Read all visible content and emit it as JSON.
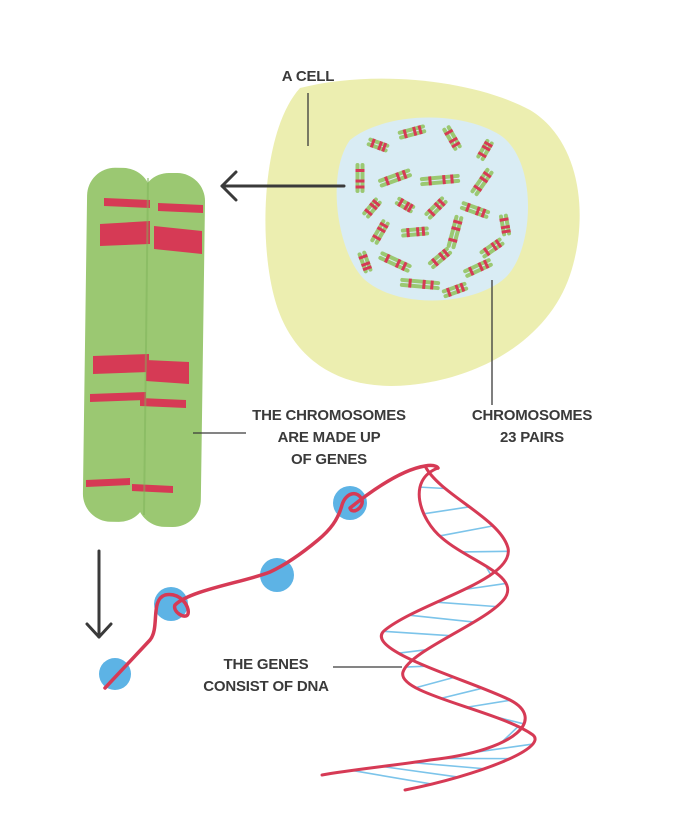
{
  "labels": {
    "cell": "A CELL",
    "chromosomes_made_of_genes": [
      "THE CHROMOSOMES",
      "ARE MADE UP",
      "OF GENES"
    ],
    "chromosome_pairs": [
      "CHROMOSOMES",
      "23 PAIRS"
    ],
    "genes_consist_of_dna": [
      "THE GENES",
      "CONSIST OF DNA"
    ]
  },
  "colors": {
    "cell": "#ECEEB0",
    "nucleus": "#D9ECF4",
    "chromosome": "#9BC872",
    "band": "#D63A55",
    "gene": "#5DB3E5",
    "dna_strand": "#D63A55",
    "base_pair": "#7CC4EA",
    "line": "#3a3a3a",
    "text": "#3a3a3a"
  },
  "icons": [
    "arrow-left-icon",
    "arrow-down-icon"
  ]
}
